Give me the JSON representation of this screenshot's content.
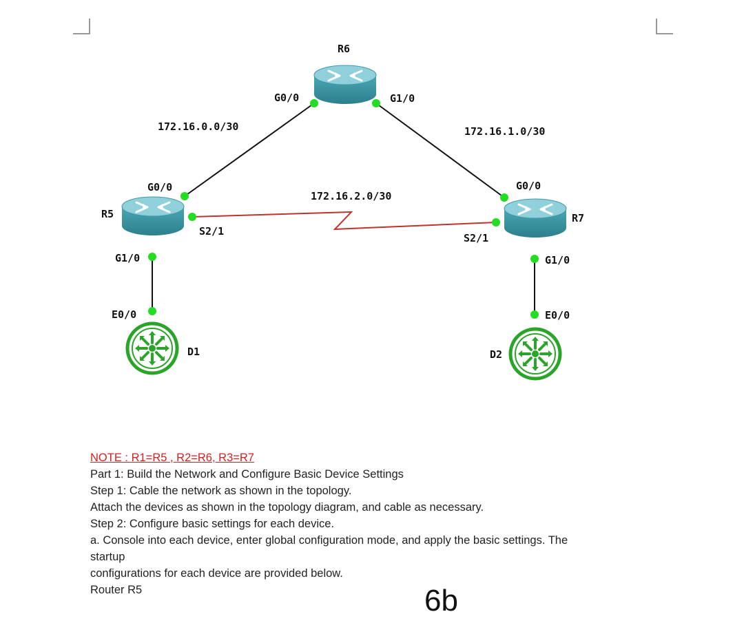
{
  "devices": {
    "r6": "R6",
    "r5": "R5",
    "r7": "R7",
    "d1": "D1",
    "d2": "D2"
  },
  "networks": {
    "net_r5_r6": "172.16.0.0/30",
    "net_r6_r7": "172.16.1.0/30",
    "net_r5_r7": "172.16.2.0/30"
  },
  "interfaces": {
    "r6_g00": "G0/0",
    "r6_g10": "G1/0",
    "r5_g00": "G0/0",
    "r5_s21": "S2/1",
    "r5_g10": "G1/0",
    "d1_e00": "E0/0",
    "r7_g00": "G0/0",
    "r7_s21": "S2/1",
    "r7_g10": "G1/0",
    "d2_e00": "E0/0"
  },
  "colors": {
    "router_fill": "#3e9aa8",
    "router_top": "#8fd0da",
    "switch_green": "#2aa52a",
    "port_green": "#22dd22",
    "serial_red": "#c0332b",
    "note_red": "#d61f1f"
  },
  "document": {
    "note": "NOTE : R1=R5 , R2=R6, R3=R7",
    "lines": [
      "Part 1: Build the Network and Configure Basic Device Settings",
      "Step 1: Cable the network as shown in the topology.",
      "Attach the devices as shown in the topology diagram, and cable as necessary.",
      "Step 2: Configure basic settings for each device.",
      "a. Console into each device, enter global configuration mode, and apply the basic settings. The",
      "startup",
      "configurations for each device are provided below.",
      "Router R5"
    ],
    "page_label": "6b"
  }
}
